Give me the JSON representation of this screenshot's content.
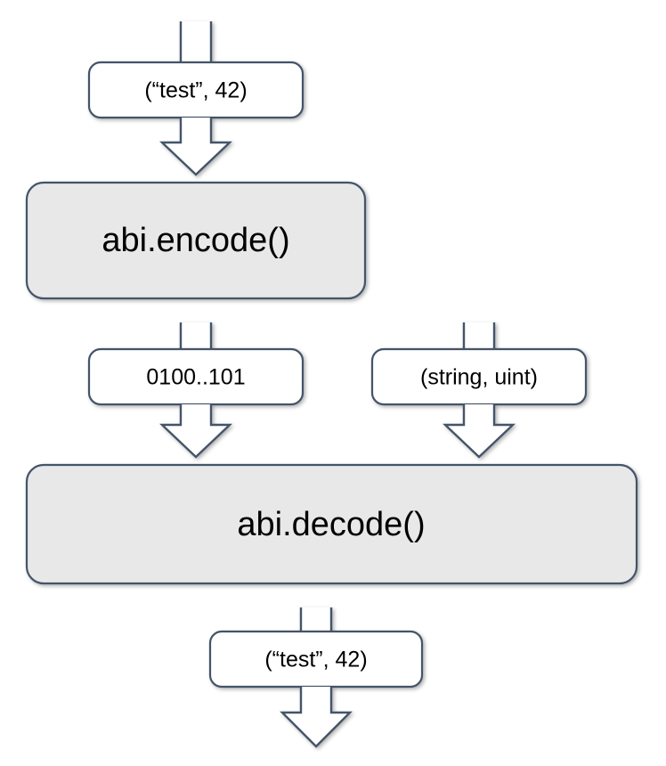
{
  "diagram": {
    "title": "abi encode decode flow",
    "colors": {
      "stroke": "#44546a",
      "process_fill": "#e8e8e8",
      "data_fill": "#ffffff",
      "text": "#000000",
      "background": "#ffffff"
    },
    "nodes": [
      {
        "id": "input-tuple",
        "label": "(“test”, 42)",
        "kind": "data",
        "role": "input"
      },
      {
        "id": "abi-encode",
        "label": "abi.encode()",
        "kind": "process",
        "role": "encoder"
      },
      {
        "id": "encoded-bytes",
        "label": "0100..101",
        "kind": "data",
        "role": "encoded-payload"
      },
      {
        "id": "type-signature",
        "label": "(string, uint)",
        "kind": "data",
        "role": "decode-types"
      },
      {
        "id": "abi-decode",
        "label": "abi.decode()",
        "kind": "process",
        "role": "decoder"
      },
      {
        "id": "output-tuple",
        "label": "(“test”, 42)",
        "kind": "data",
        "role": "output"
      }
    ],
    "connectors": [
      {
        "id": "conn-into-input",
        "from": "external",
        "to": "input-tuple",
        "style": "stub"
      },
      {
        "id": "conn-input-to-encode",
        "from": "input-tuple",
        "to": "abi-encode",
        "style": "block-arrow"
      },
      {
        "id": "conn-into-encoded",
        "from": "abi-encode",
        "to": "encoded-bytes",
        "style": "stub"
      },
      {
        "id": "conn-into-types",
        "from": "external",
        "to": "type-signature",
        "style": "stub"
      },
      {
        "id": "conn-encoded-to-decode",
        "from": "encoded-bytes",
        "to": "abi-decode",
        "style": "block-arrow"
      },
      {
        "id": "conn-types-to-decode",
        "from": "type-signature",
        "to": "abi-decode",
        "style": "block-arrow"
      },
      {
        "id": "conn-into-output",
        "from": "abi-decode",
        "to": "output-tuple",
        "style": "stub"
      },
      {
        "id": "conn-output-external",
        "from": "output-tuple",
        "to": "external",
        "style": "block-arrow"
      }
    ]
  }
}
